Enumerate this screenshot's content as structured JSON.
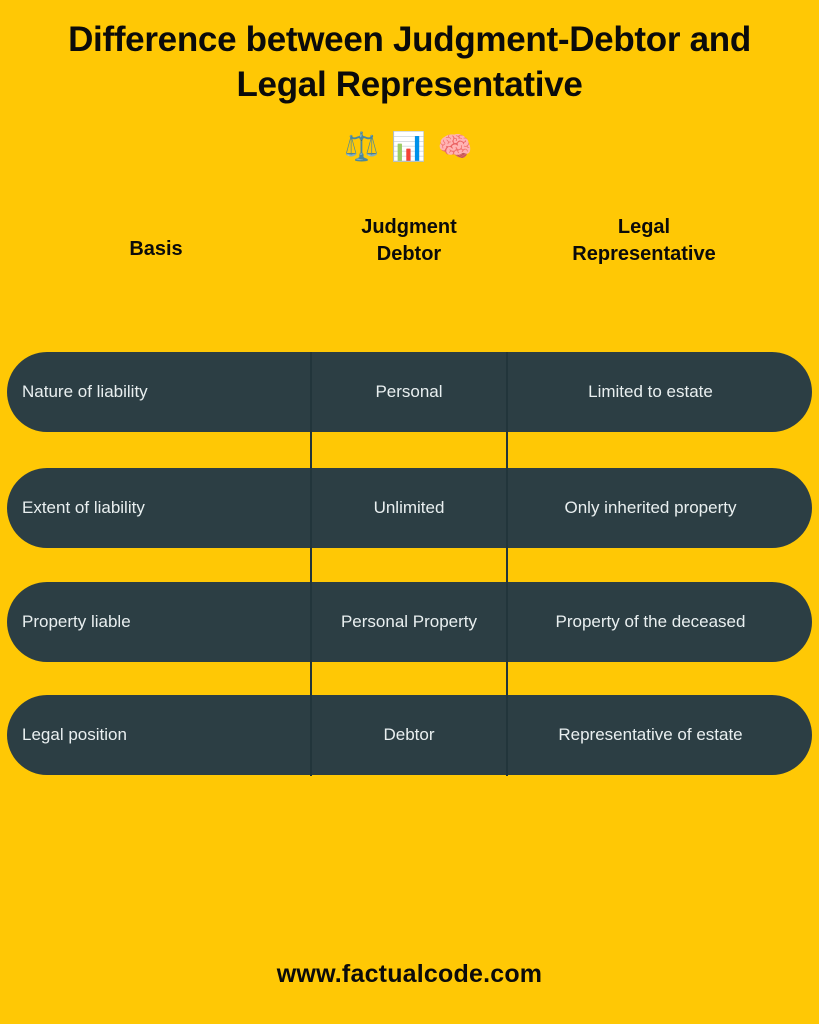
{
  "title": "Difference between Judgment-Debtor and Legal Representative",
  "decoration": {
    "emojis": [
      {
        "name": "balance-scale-emoji",
        "glyph": "⚖️"
      },
      {
        "name": "bar-chart-emoji",
        "glyph": "📊"
      },
      {
        "name": "brain-emoji",
        "glyph": "🧠"
      }
    ]
  },
  "colors": {
    "background": "#FFC805",
    "row_fill": "#2C3E44",
    "row_text": "#E9EFF0",
    "heading_text": "#0B0B0B",
    "divider": "#22353B"
  },
  "table": {
    "headers": [
      {
        "label": "Basis",
        "lines": [
          "Basis"
        ]
      },
      {
        "label": "Judgment Debtor",
        "lines": [
          "Judgment",
          "Debtor"
        ]
      },
      {
        "label": "Legal Representative",
        "lines": [
          "Legal",
          "Representative"
        ]
      }
    ],
    "rows": [
      {
        "basis": "Nature of liability",
        "judgment_debtor": "Personal",
        "legal_representative": "Limited to estate"
      },
      {
        "basis": "Extent of liability",
        "judgment_debtor": "Unlimited",
        "legal_representative": "Only inherited property"
      },
      {
        "basis": "Property liable",
        "judgment_debtor": "Personal Property",
        "legal_representative": "Property of the deceased"
      },
      {
        "basis": "Legal position",
        "judgment_debtor": "Debtor",
        "legal_representative": "Representative of estate"
      }
    ]
  },
  "footer": {
    "website": "www.factualcode.com"
  }
}
